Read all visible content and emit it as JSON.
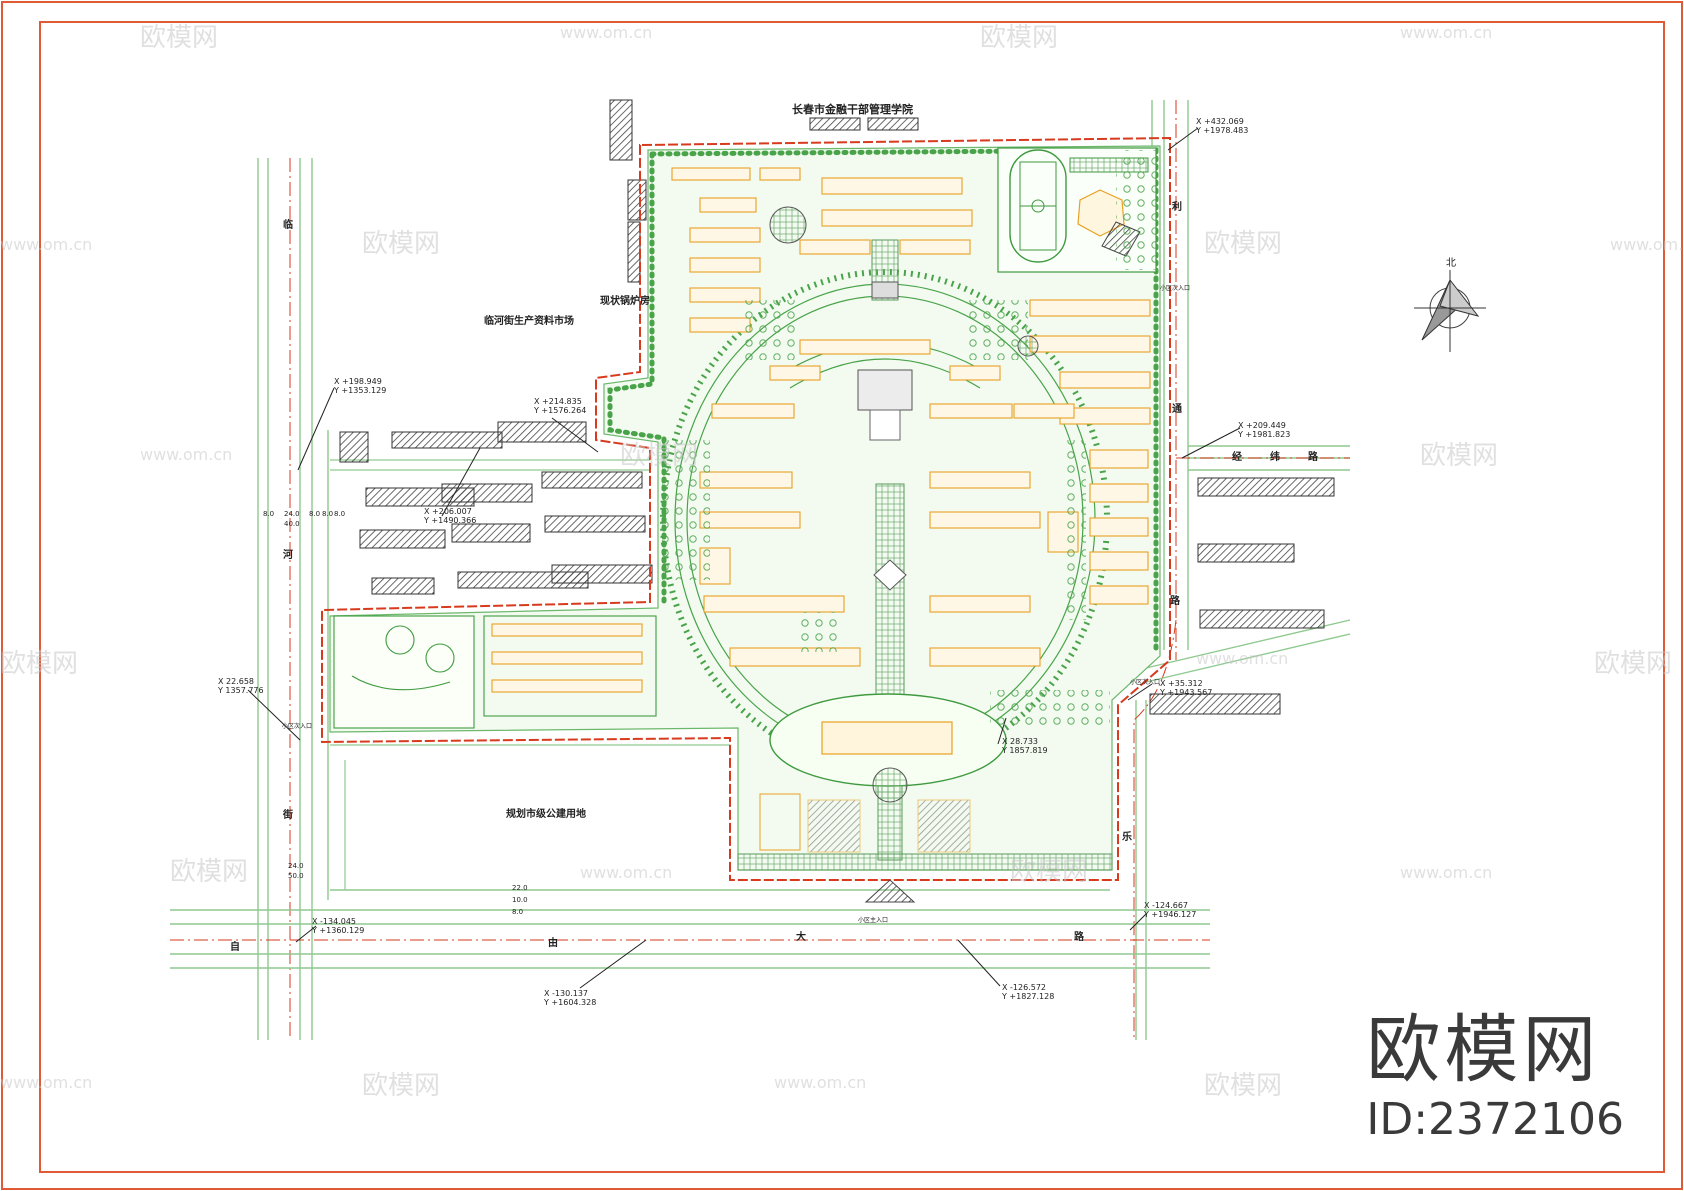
{
  "plan": {
    "labels": {
      "institute": "长春市金融干部管理学院",
      "market": "临河街生产资料市场",
      "boiler": "现状锅炉房",
      "public_land": "规划市级公建用地"
    },
    "streets": {
      "west": [
        "临",
        "河",
        "街"
      ],
      "east": [
        "利",
        "通",
        "路"
      ],
      "east_lower": [
        "乐"
      ],
      "south": [
        "自",
        "由",
        "大",
        "路"
      ],
      "jingwei": [
        "经",
        "纬",
        "路"
      ]
    },
    "coords": [
      {
        "x": "X +432.069",
        "y": "Y +1978.483"
      },
      {
        "x": "X +198.949",
        "y": "Y +1353.129"
      },
      {
        "x": "X +214.835",
        "y": "Y +1576.264"
      },
      {
        "x": "X +209.449",
        "y": "Y +1981.823"
      },
      {
        "x": "X +206.007",
        "y": "Y +1490.366"
      },
      {
        "x": "X   22.658",
        "y": "Y  1357.776"
      },
      {
        "x": "X +35.312",
        "y": "Y +1943.567"
      },
      {
        "x": "X   28.733",
        "y": "Y  1857.819"
      },
      {
        "x": "X -124.667",
        "y": "Y +1946.127"
      },
      {
        "x": "X -134.045",
        "y": "Y +1360.129"
      },
      {
        "x": "X -130.137",
        "y": "Y +1604.328"
      },
      {
        "x": "X -126.572",
        "y": "Y +1827.128"
      }
    ],
    "dims_west": [
      "8.0",
      "24.0",
      "40.0",
      "8.0",
      "8.0",
      "8.0"
    ],
    "dims_south": [
      "24.0",
      "50.0"
    ],
    "dims_vertical": [
      "22.0",
      "10.0",
      "8.0"
    ],
    "north": "北",
    "entrance_labels": [
      "小区主入口",
      "小区次入口",
      "小区次入口",
      "小区次入口"
    ],
    "colors": {
      "boundary": "#d83a1e",
      "road": "#7cc07c",
      "green": "#3f9a3f",
      "building": "#e8a020",
      "frame": "#e15a36",
      "hatch": "#555555"
    }
  },
  "watermark": {
    "brand": "欧模网",
    "url": "www.om.cn",
    "id_text": "ID:2372106"
  }
}
